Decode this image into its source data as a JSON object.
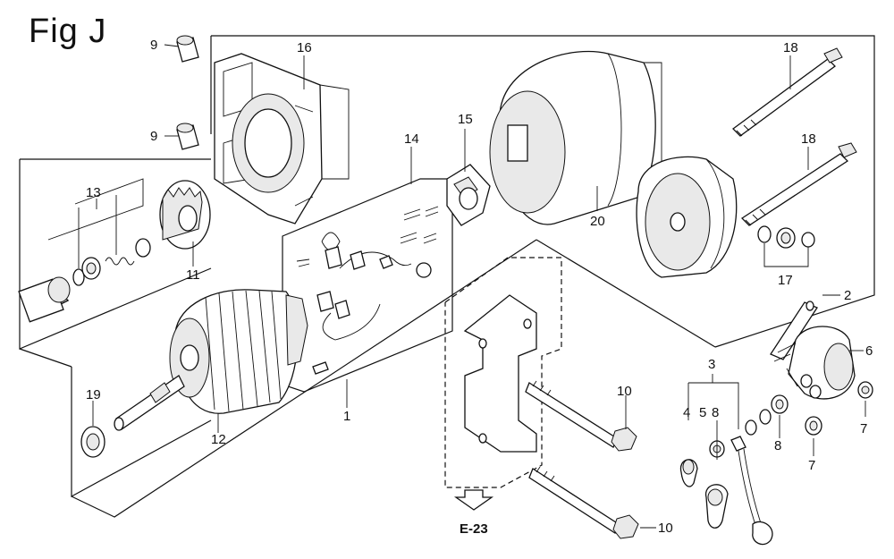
{
  "figure": {
    "title": "Fig J"
  },
  "reference": {
    "label": "E-23"
  },
  "callouts": {
    "p1": "1",
    "p2": "2",
    "p3": "3",
    "p4": "4",
    "p5": "5",
    "p6": "6",
    "p7a": "7",
    "p7b": "7",
    "p8a": "8",
    "p8b": "8",
    "p9a": "9",
    "p9b": "9",
    "p10a": "10",
    "p10b": "10",
    "p11": "11",
    "p12": "12",
    "p13": "13",
    "p14": "14",
    "p15": "15",
    "p16": "16",
    "p17": "17",
    "p18a": "18",
    "p18b": "18",
    "p19": "19",
    "p20": "20"
  }
}
